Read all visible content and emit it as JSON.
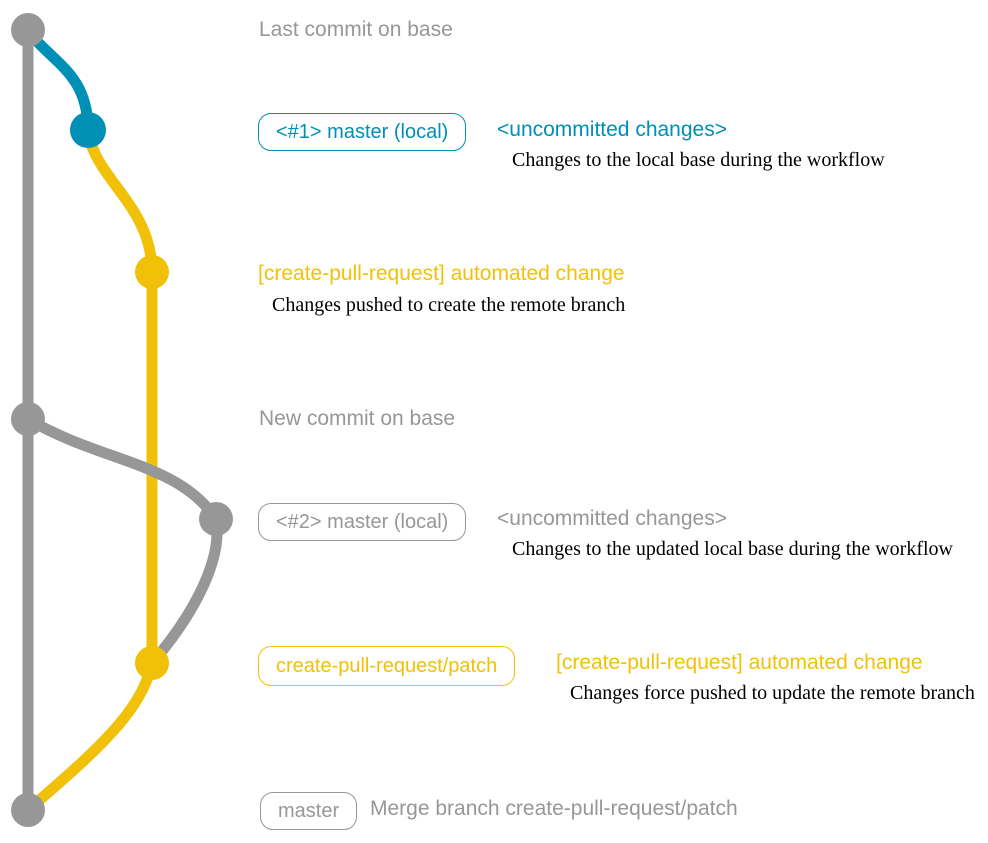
{
  "colors": {
    "gray": "#979797",
    "teal": "#008fb5",
    "yellow": "#f1c109",
    "ink": "#000000",
    "background": "#ffffff"
  },
  "graph": {
    "type": "git-branch-graph",
    "branches": [
      {
        "name": "base",
        "color": "gray"
      },
      {
        "name": "local-master",
        "color": "teal"
      },
      {
        "name": "create-pull-request-patch",
        "color": "yellow"
      }
    ],
    "nodes": [
      {
        "name": "last-commit-on-base",
        "color": "gray"
      },
      {
        "name": "master-local-1",
        "color": "teal"
      },
      {
        "name": "create-pull-request-commit-1",
        "color": "yellow"
      },
      {
        "name": "new-commit-on-base",
        "color": "gray"
      },
      {
        "name": "master-local-2",
        "color": "gray"
      },
      {
        "name": "create-pull-request-commit-2",
        "color": "yellow"
      },
      {
        "name": "merge-commit",
        "color": "gray"
      }
    ]
  },
  "captions": {
    "last_commit": "Last commit on base",
    "new_commit": "New commit on base",
    "merge": "Merge branch create-pull-request/patch"
  },
  "pills": {
    "master_local_1": "<#1> master (local)",
    "master_local_2": "<#2> master (local)",
    "patch_branch": "create-pull-request/patch",
    "master": "master"
  },
  "notes": {
    "uncommitted_1": {
      "title": "<uncommitted changes>",
      "desc": "Changes to the local base during the workflow"
    },
    "automated_1": {
      "title": "[create-pull-request] automated change",
      "desc": "Changes pushed to create the remote branch"
    },
    "uncommitted_2": {
      "title": "<uncommitted changes>",
      "desc": "Changes to the updated local base during the workflow"
    },
    "automated_2": {
      "title": "[create-pull-request] automated change",
      "desc": "Changes force pushed to update the remote branch"
    }
  }
}
